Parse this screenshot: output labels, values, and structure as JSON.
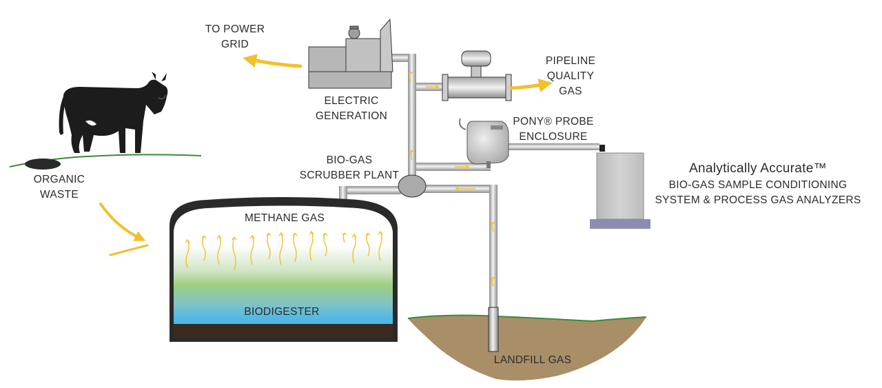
{
  "labels": {
    "power_grid": [
      "TO POWER",
      "GRID"
    ],
    "pipeline": [
      "PIPELINE",
      "QUALITY",
      "GAS"
    ],
    "electric": [
      "ELECTRIC",
      "GENERATION"
    ],
    "pony": [
      "PONY® PROBE",
      "ENCLOSURE"
    ],
    "scrubber": [
      "BIO-GAS",
      "SCRUBBER PLANT"
    ],
    "organic": [
      "ORGANIC",
      "WASTE"
    ],
    "methane": "METHANE GAS",
    "biodigester": "BIODIGESTER",
    "landfill": "LANDFILL GAS"
  },
  "analyzer": {
    "title": "Analytically Accurate™",
    "subtitle": [
      "BIO-GAS SAMPLE CONDITIONING",
      "SYSTEM & PROCESS GAS ANALYZERS"
    ]
  },
  "colors": {
    "arrow": "#f0c12a",
    "grass": "#3a8a3a",
    "soil": "#a98f67",
    "cow": "#1c1c1c",
    "dome": "#2a2a2a"
  }
}
